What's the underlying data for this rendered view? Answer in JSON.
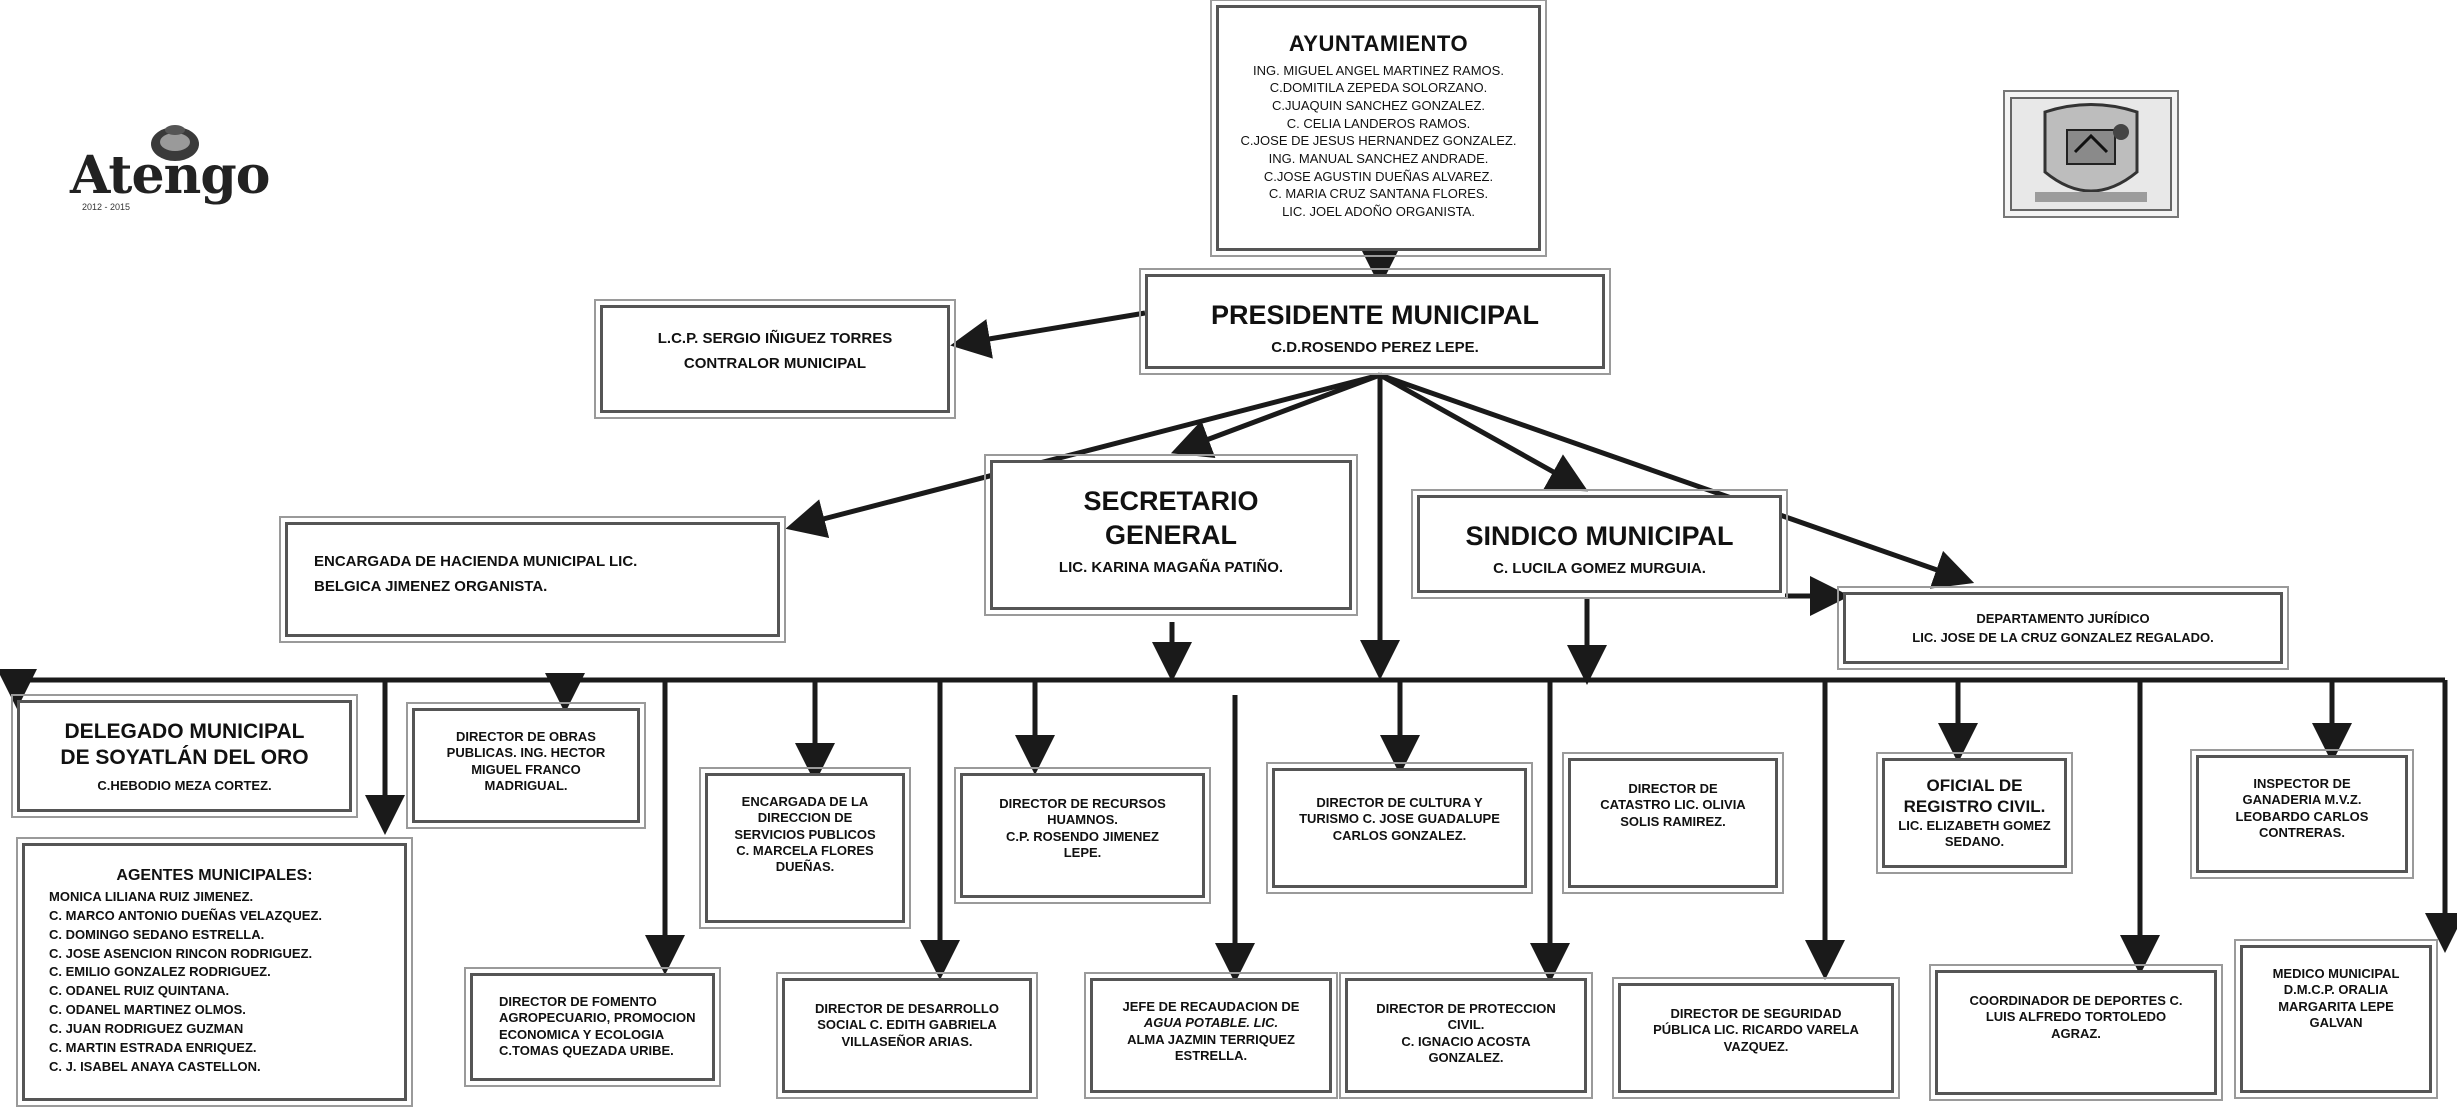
{
  "logo": {
    "name": "Atengo",
    "tagline": "2012 - 2015"
  },
  "seal": {
    "icon": "municipal-seal-icon"
  },
  "ayuntamiento": {
    "title": "AYUNTAMIENTO",
    "members": [
      "ING. MIGUEL ANGEL MARTINEZ RAMOS.",
      "C.DOMITILA ZEPEDA SOLORZANO.",
      "C.JUAQUIN SANCHEZ GONZALEZ.",
      "C. CELIA LANDEROS RAMOS.",
      "C.JOSE DE JESUS HERNANDEZ GONZALEZ.",
      "ING. MANUAL SANCHEZ ANDRADE.",
      "C.JOSE AGUSTIN DUEÑAS ALVAREZ.",
      "C. MARIA CRUZ SANTANA FLORES.",
      "LIC. JOEL ADOÑO ORGANISTA."
    ]
  },
  "presidente": {
    "title": "PRESIDENTE MUNICIPAL",
    "name": "C.D.ROSENDO PEREZ LEPE."
  },
  "contralor": {
    "line1": "L.C.P. SERGIO IÑIGUEZ TORRES",
    "line2": "CONTRALOR MUNICIPAL"
  },
  "hacienda": {
    "line1": "ENCARGADA DE HACIENDA MUNICIPAL LIC.",
    "line2": "BELGICA JIMENEZ ORGANISTA."
  },
  "secretario": {
    "line1": "SECRETARIO",
    "line2": "GENERAL",
    "name": "LIC. KARINA MAGAÑA PATIÑO."
  },
  "sindico": {
    "title": "SINDICO MUNICIPAL",
    "name": "C. LUCILA GOMEZ MURGUIA."
  },
  "juridico": {
    "line1": "DEPARTAMENTO JURÍDICO",
    "line2": "LIC. JOSE DE LA CRUZ GONZALEZ REGALADO."
  },
  "delegado": {
    "line1": "DELEGADO MUNICIPAL",
    "line2": "DE SOYATLÁN DEL ORO",
    "name": "C.HEBODIO MEZA CORTEZ."
  },
  "agentes": {
    "title": "AGENTES MUNICIPALES:",
    "members": [
      "MONICA LILIANA RUIZ JIMENEZ.",
      "C. MARCO ANTONIO DUEÑAS VELAZQUEZ.",
      "C. DOMINGO SEDANO ESTRELLA.",
      "C. JOSE ASENCION RINCON RODRIGUEZ.",
      "C. EMILIO GONZALEZ RODRIGUEZ.",
      "C. ODANEL RUIZ QUINTANA.",
      "C. ODANEL MARTINEZ OLMOS.",
      "C. JUAN RODRIGUEZ GUZMAN",
      "C. MARTIN ESTRADA ENRIQUEZ.",
      "C. J. ISABEL ANAYA CASTELLON."
    ]
  },
  "obras": {
    "line1": "DIRECTOR DE OBRAS",
    "line2": "PUBLICAS. ING. HECTOR",
    "line3": "MIGUEL FRANCO",
    "line4": "MADRIGUAL."
  },
  "servicios": {
    "line1": "ENCARGADA DE LA",
    "line2": "DIRECCION DE",
    "line3": "SERVICIOS PUBLICOS",
    "line4": "C. MARCELA FLORES",
    "line5": "DUEÑAS."
  },
  "recursos": {
    "line1": "DIRECTOR DE RECURSOS",
    "line2": "HUAMNOS.",
    "line3": "C.P. ROSENDO JIMENEZ",
    "line4": "LEPE."
  },
  "cultura": {
    "line1": "DIRECTOR DE CULTURA Y",
    "line2": "TURISMO C. JOSE GUADALUPE",
    "line3": "CARLOS GONZALEZ."
  },
  "catastro": {
    "line1": "DIRECTOR DE",
    "line2": "CATASTRO LIC. OLIVIA",
    "line3": "SOLIS RAMIREZ."
  },
  "registro": {
    "line1": "OFICIAL DE",
    "line2": "REGISTRO CIVIL.",
    "line3": "LIC. ELIZABETH GOMEZ",
    "line4": "SEDANO."
  },
  "ganaderia": {
    "line1": "INSPECTOR DE",
    "line2": "GANADERIA M.V.Z.",
    "line3": "LEOBARDO CARLOS",
    "line4": "CONTRERAS."
  },
  "fomento": {
    "line1": "DIRECTOR DE FOMENTO",
    "line2": "AGROPECUARIO, PROMOCION",
    "line3": "ECONOMICA Y ECOLOGIA",
    "line4": "C.TOMAS QUEZADA URIBE."
  },
  "desarrollo": {
    "line1": "DIRECTOR DE DESARROLLO",
    "line2": "SOCIAL C. EDITH GABRIELA",
    "line3": "VILLASEÑOR ARIAS."
  },
  "recaudacion": {
    "line1": "JEFE DE RECAUDACION DE",
    "line2": "AGUA POTABLE. LIC.",
    "line3": "ALMA JAZMIN TERRIQUEZ",
    "line4": "ESTRELLA."
  },
  "proteccion": {
    "line1": "DIRECTOR DE PROTECCION",
    "line2": "CIVIL.",
    "line3": "C. IGNACIO ACOSTA",
    "line4": "GONZALEZ."
  },
  "seguridad": {
    "line1": "DIRECTOR DE SEGURIDAD",
    "line2": "PÚBLICA LIC. RICARDO VARELA",
    "line3": "VAZQUEZ."
  },
  "deportes": {
    "line1": "COORDINADOR DE DEPORTES C.",
    "line2": "LUIS ALFREDO TORTOLEDO",
    "line3": "AGRAZ."
  },
  "medico": {
    "line1": "MEDICO MUNICIPAL",
    "line2": "D.M.C.P. ORALIA",
    "line3": "MARGARITA LEPE",
    "line4": "GALVAN"
  }
}
